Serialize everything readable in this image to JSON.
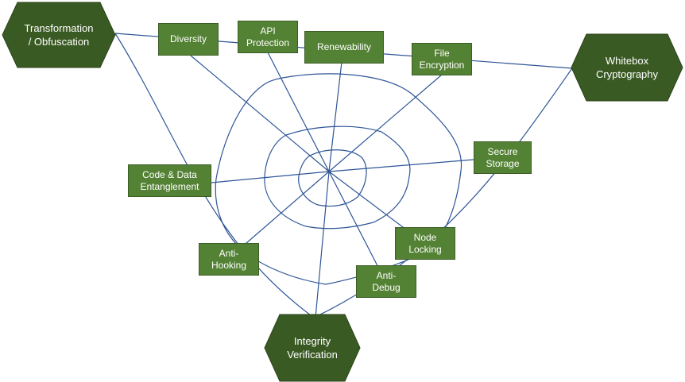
{
  "colors": {
    "hub_fill": "#3a5a23",
    "box_fill": "#548235",
    "line": "#2f5597",
    "text": "#ffffff"
  },
  "hubs": {
    "transformation": "Transformation\n/ Obfuscation",
    "whitebox": "Whitebox\nCryptography",
    "integrity": "Integrity\nVerification"
  },
  "boxes": {
    "diversity": "Diversity",
    "api_protection": "API\nProtection",
    "renewability": "Renewability",
    "file_encryption": "File\nEncryption",
    "secure_storage": "Secure\nStorage",
    "code_data_entanglement": "Code & Data\nEntanglement",
    "anti_hooking": "Anti-\nHooking",
    "node_locking": "Node\nLocking",
    "anti_debug": "Anti-\nDebug"
  }
}
